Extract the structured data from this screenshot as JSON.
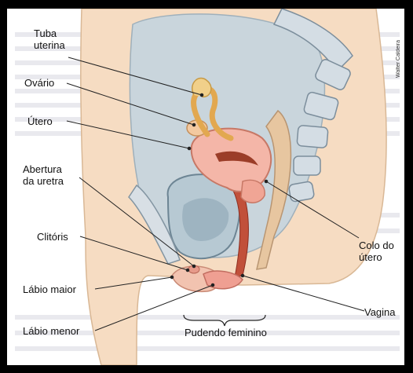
{
  "labels": {
    "tuba_uterina": [
      "Tuba",
      "uterina"
    ],
    "ovario": "Ovário",
    "utero": "Útero",
    "abertura_uretra": [
      "Abertura",
      "da uretra"
    ],
    "clitoris": "Clitóris",
    "labio_maior": "Lábio maior",
    "labio_menor": "Lábio menor",
    "pudendo_feminino": "Pudendo feminino",
    "colo_utero": [
      "Colo do",
      "útero"
    ],
    "vagina": "Vagina"
  },
  "credit": "Walter Caldeira"
}
